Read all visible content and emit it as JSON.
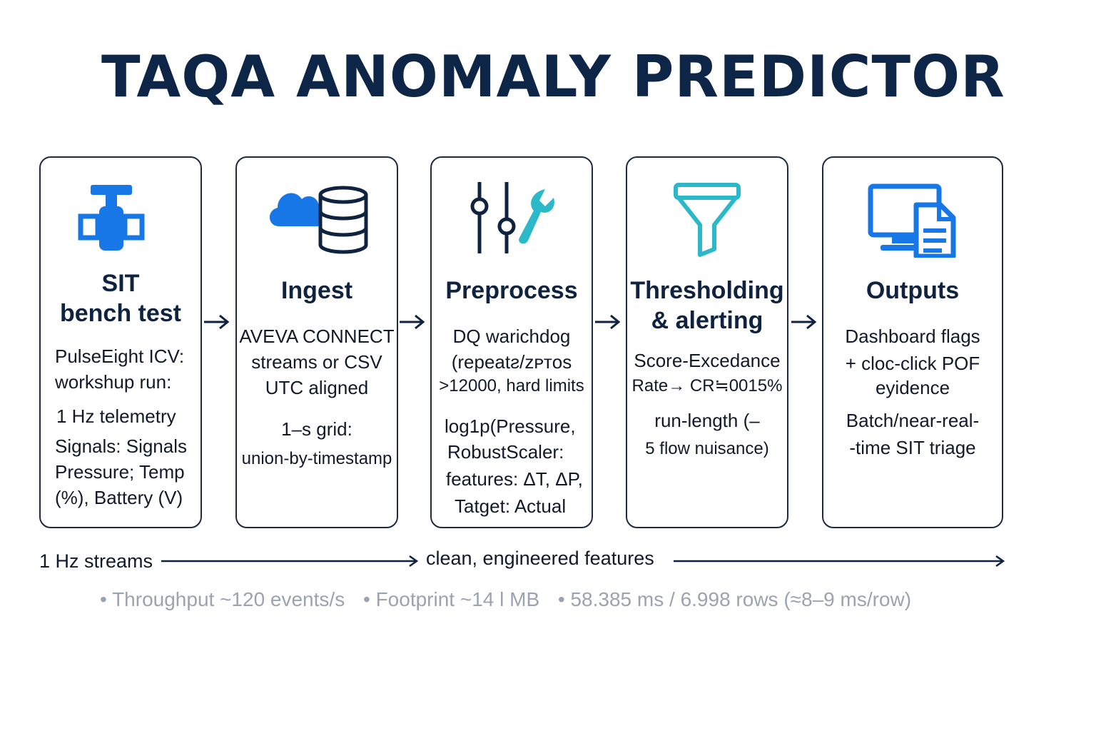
{
  "title": "TAQA ANOMALY PREDICTOR",
  "colors": {
    "navy": "#0d2547",
    "blue": "#1877e6",
    "teal": "#2bb8c8",
    "border": "#1d2b3e",
    "muted": "#9ba4ae"
  },
  "cards": [
    {
      "icon": "valve-icon",
      "title": [
        "SIT",
        "bench test"
      ],
      "lines": [
        "PulseEight ICV:",
        "workshup run:",
        "1 Hz telemetry",
        "Signals: Signals",
        "Pressure; Temp",
        "(%), Battery (V)"
      ]
    },
    {
      "icon": "cloud-database-icon",
      "title": [
        "Ingest"
      ],
      "lines": [
        "AVEVA CONNECT",
        "streams or CSV",
        "UTC aligned",
        "1–s grid:",
        "union-by-timestamp"
      ]
    },
    {
      "icon": "sliders-wrench-icon",
      "title": [
        "Preprocess"
      ],
      "lines": [
        "DQ warichdog",
        "(repeatƨ/ᴢᴘᴛᴏs",
        ">12000, hard limits",
        "log1p(Pressure,",
        "RobustScaler:",
        "features: ΔT, ΔP,",
        "Tatget: Actual"
      ]
    },
    {
      "icon": "funnel-icon",
      "title": [
        "Thresholding",
        "& alerting"
      ],
      "lines": [
        "Score-Excedance",
        "Rate→ CR≒0015%",
        "run-length  (–",
        "5 flow nuisance)"
      ]
    },
    {
      "icon": "monitor-document-icon",
      "title": [
        "Outputs"
      ],
      "lines": [
        "Dashboard flags",
        "+ cloc-click POF",
        "eyidence",
        "Batch/near-real-",
        "-time SIT triage"
      ]
    }
  ],
  "flow": {
    "left_label": "1 Hz streams",
    "middle_label": "clean, engineered features"
  },
  "metrics": [
    "• Throughput  ~120 events/s",
    "• Footprint  ~14 l MB",
    "• 58.385 ms / 6.998 rows (≈8–9 ms/row)"
  ]
}
